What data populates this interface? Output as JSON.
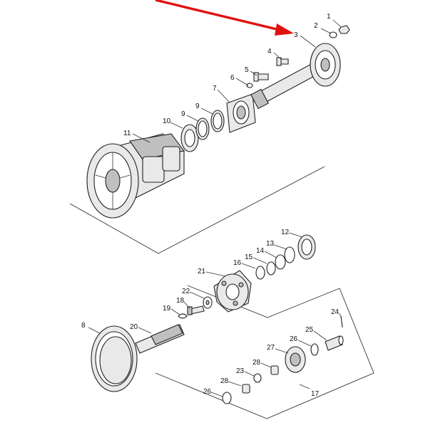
{
  "callouts": [
    {
      "id": "c1",
      "text": "1"
    },
    {
      "id": "c2",
      "text": "2"
    },
    {
      "id": "c3",
      "text": "3"
    },
    {
      "id": "c4",
      "text": "4"
    },
    {
      "id": "c5",
      "text": "5"
    },
    {
      "id": "c6",
      "text": "6"
    },
    {
      "id": "c7",
      "text": "7"
    },
    {
      "id": "c8",
      "text": "8"
    },
    {
      "id": "c9a",
      "text": "9"
    },
    {
      "id": "c9b",
      "text": "9"
    },
    {
      "id": "c10",
      "text": "10"
    },
    {
      "id": "c11",
      "text": "11"
    },
    {
      "id": "c12",
      "text": "12"
    },
    {
      "id": "c13",
      "text": "13"
    },
    {
      "id": "c14",
      "text": "14"
    },
    {
      "id": "c15",
      "text": "15"
    },
    {
      "id": "c16",
      "text": "16"
    },
    {
      "id": "c17",
      "text": "17"
    },
    {
      "id": "c18",
      "text": "18"
    },
    {
      "id": "c19",
      "text": "19"
    },
    {
      "id": "c20",
      "text": "20"
    },
    {
      "id": "c21",
      "text": "21"
    },
    {
      "id": "c22",
      "text": "22"
    },
    {
      "id": "c23",
      "text": "23"
    },
    {
      "id": "c24",
      "text": "24"
    },
    {
      "id": "c25",
      "text": "25"
    },
    {
      "id": "c26a",
      "text": "26"
    },
    {
      "id": "c26b",
      "text": "26"
    },
    {
      "id": "c27",
      "text": "27"
    },
    {
      "id": "c28a",
      "text": "28"
    },
    {
      "id": "c28b",
      "text": "28"
    }
  ],
  "colors": {
    "arrow": "#e01010",
    "ink": "#222222",
    "part_fill": "#e9e9e9"
  },
  "highlight": {
    "icon": "red-arrow-icon",
    "points_to_callout": "3"
  }
}
